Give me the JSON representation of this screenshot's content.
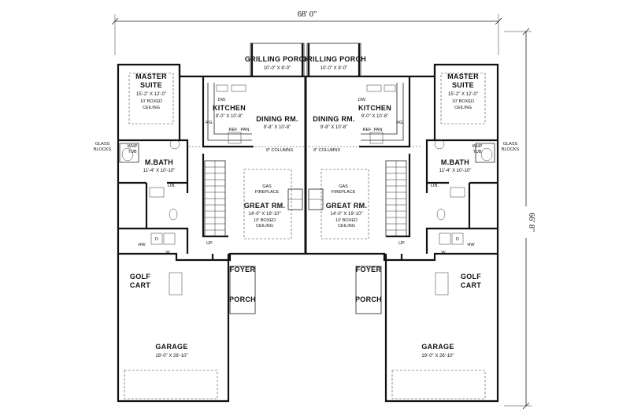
{
  "overall": {
    "width_label": "68' 0\"",
    "depth_label": "66' 8\""
  },
  "units": [
    {
      "side": "left",
      "grilling_porch": {
        "name": "GRILLING PORCH",
        "dims": "10'-0\" X 8'-0\""
      },
      "master_suite": {
        "name_line1": "MASTER",
        "name_line2": "SUITE",
        "dims": "15'-2\" X 12'-0\"",
        "note_line1": "10' BOXED",
        "note_line2": "CEILING"
      },
      "kitchen": {
        "name": "KITCHEN",
        "dims": "9'-0\" X 10'-8\"",
        "dw": "DW.",
        "ref": "REF",
        "pan": "PAN",
        "rg": "RG."
      },
      "dining": {
        "name": "DINING RM.",
        "dims": "9'-8\" X 10'-8\""
      },
      "columns": "8\" COLUMNS",
      "m_bath": {
        "name": "M.BATH",
        "dims": "11'-4\" X 10'-10\"",
        "whp": "WHP",
        "tub": "TUB",
        "lin": "LIN."
      },
      "glass_blocks": {
        "line1": "GLASS",
        "line2": "BLOCKS"
      },
      "great_rm": {
        "name": "GREAT RM.",
        "dims": "14'-0\" X 19'-10\"",
        "note_line1": "10' BOXED",
        "note_line2": "CEILING"
      },
      "fireplace": {
        "line1": "GAS",
        "line2": "FIREPLACE"
      },
      "up": "UP",
      "d": "D",
      "w": "W",
      "hw": "HW",
      "golf_cart": {
        "line1": "GOLF",
        "line2": "CART"
      },
      "foyer": "FOYER",
      "porch": "PORCH",
      "garage": {
        "name": "GARAGE",
        "dims": "18'-0\" X 26'-10\""
      }
    },
    {
      "side": "right",
      "grilling_porch": {
        "name": "GRILLING PORCH",
        "dims": "10'-0\" X 8'-0\""
      },
      "master_suite": {
        "name_line1": "MASTER",
        "name_line2": "SUITE",
        "dims": "15'-2\" X 12'-0\"",
        "note_line1": "10' BOXED",
        "note_line2": "CEILING"
      },
      "kitchen": {
        "name": "KITCHEN",
        "dims": "9'-0\" X 10'-8\"",
        "dw": "DW.",
        "ref": "REF",
        "pan": "PAN",
        "rg": "RG."
      },
      "dining": {
        "name": "DINING RM.",
        "dims": "9'-8\" X 10'-8\""
      },
      "columns": "8\" COLUMNS",
      "m_bath": {
        "name": "M.BATH",
        "dims": "11'-4\" X 10'-10\"",
        "whp": "WHP",
        "tub": "TUB",
        "lin": "LIN."
      },
      "glass_blocks": {
        "line1": "GLASS",
        "line2": "BLOCKS"
      },
      "great_rm": {
        "name": "GREAT RM.",
        "dims": "14'-0\" X 19'-10\"",
        "note_line1": "10' BOXED",
        "note_line2": "CEILING"
      },
      "fireplace": {
        "line1": "GAS",
        "line2": "FIREPLACE"
      },
      "up": "UP",
      "d": "D",
      "w": "W",
      "hw": "HW",
      "golf_cart": {
        "line1": "GOLF",
        "line2": "CART"
      },
      "foyer": "FOYER",
      "porch": "PORCH",
      "garage": {
        "name": "GARAGE",
        "dims": "19'-0\" X 26'-10\""
      }
    }
  ]
}
